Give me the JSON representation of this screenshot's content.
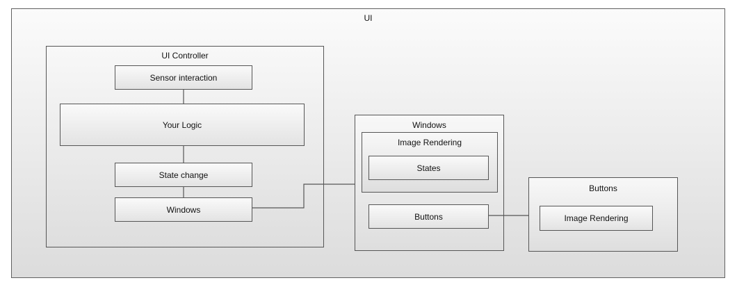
{
  "diagram": {
    "ui": {
      "title": "UI"
    },
    "ui_controller": {
      "title": "UI Controller",
      "sensor_interaction": "Sensor interaction",
      "your_logic": "Your Logic",
      "state_change": "State change",
      "windows": "Windows"
    },
    "windows_group": {
      "title": "Windows",
      "image_rendering": {
        "title": "Image Rendering",
        "states": "States"
      },
      "buttons": "Buttons"
    },
    "buttons_group": {
      "title": "Buttons",
      "image_rendering": "Image Rendering"
    }
  }
}
